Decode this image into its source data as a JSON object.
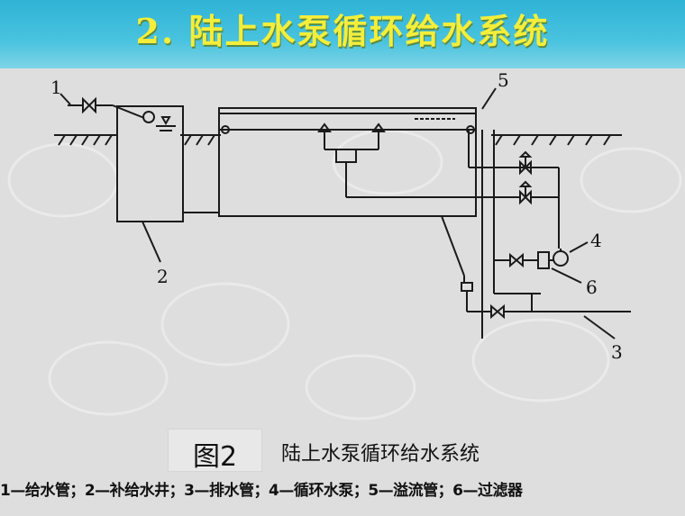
{
  "slide": {
    "title": "2. 陆上水泵循环给水系统"
  },
  "figure": {
    "label": "图2",
    "caption": "陆上水泵循环给水系统",
    "legend": "1—给水管；2—补给水井；3—排水管；4—循环水泵；5—溢流管；6—过滤器",
    "callouts": [
      "1",
      "2",
      "3",
      "4",
      "5",
      "6"
    ]
  },
  "colors": {
    "title_bar": "#49c3df",
    "title_text": "#f4ee3a",
    "background": "#dedede"
  }
}
